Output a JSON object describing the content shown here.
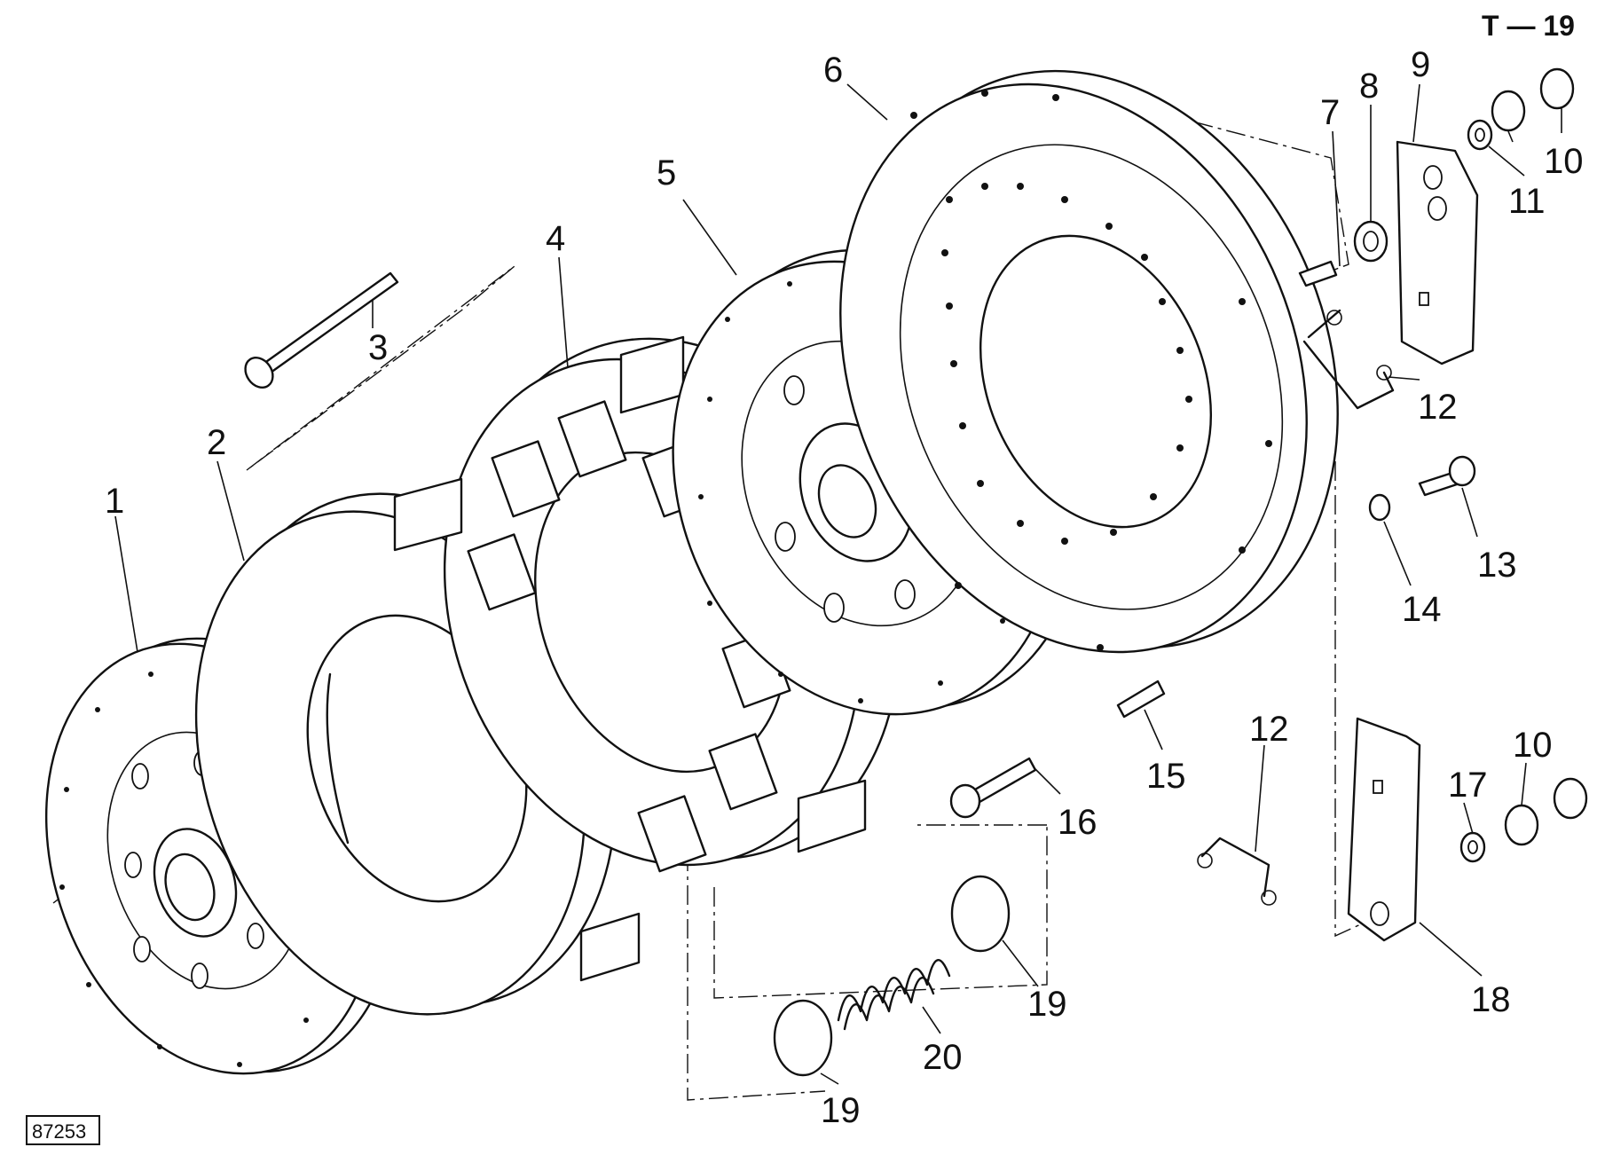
{
  "header": {
    "sheet_code": "T — 19"
  },
  "footer": {
    "figure_number": "87253"
  },
  "callouts": {
    "n1": "1",
    "n2": "2",
    "n3": "3",
    "n4": "4",
    "n5": "5",
    "n6": "6",
    "n7": "7",
    "n8": "8",
    "n9": "9",
    "n10a": "10",
    "n10b": "10",
    "n11": "11",
    "n12a": "12",
    "n12b": "12",
    "n13": "13",
    "n14": "14",
    "n15": "15",
    "n16": "16",
    "n17": "17",
    "n18": "18",
    "n19a": "19",
    "n19b": "19",
    "n20": "20"
  }
}
